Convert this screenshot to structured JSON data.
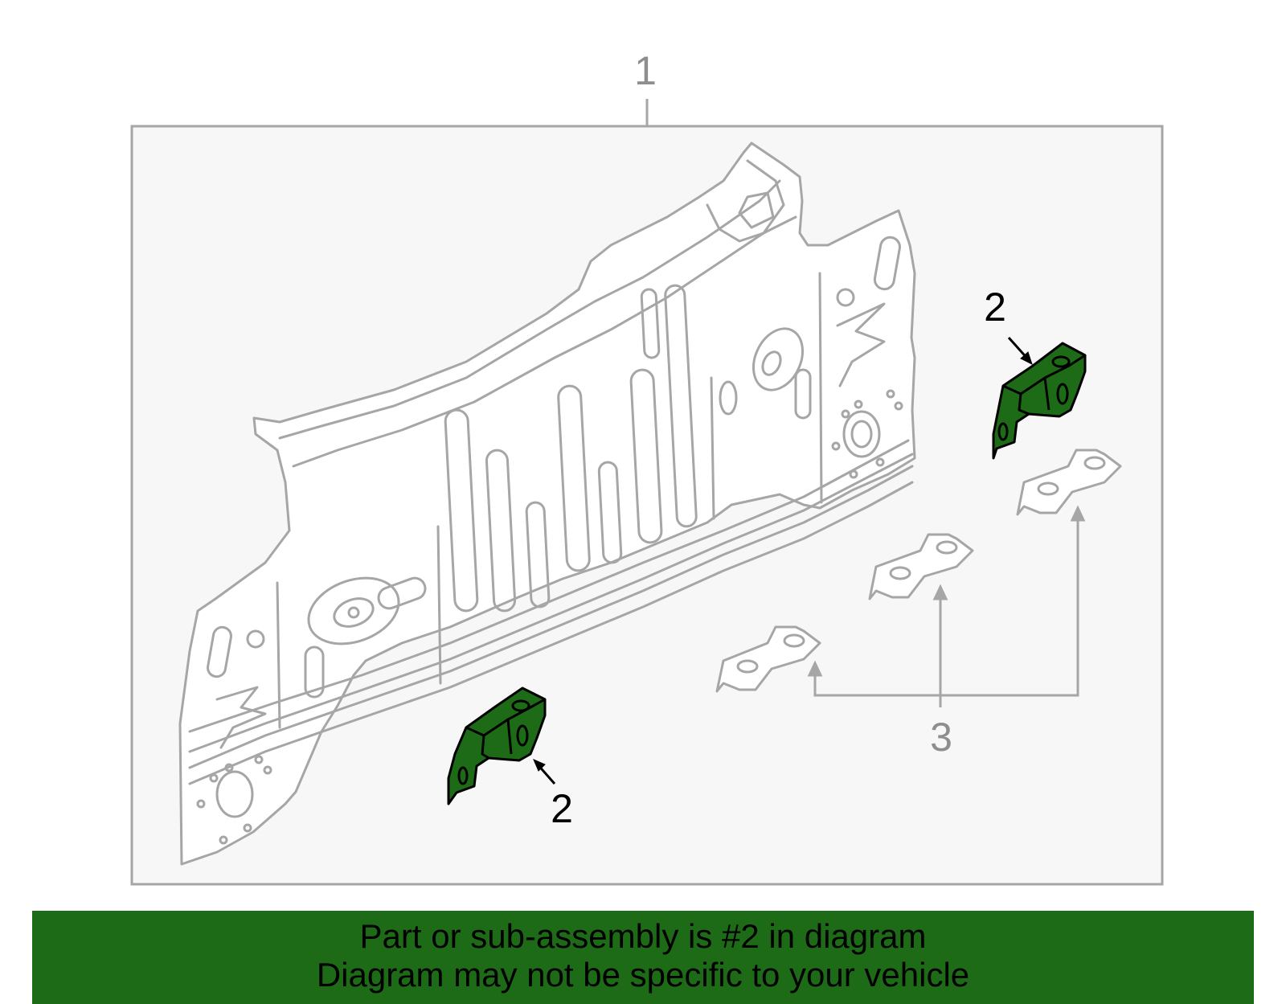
{
  "callouts": {
    "assembly": "1",
    "bracket_upper": "2",
    "bracket_lower": "2",
    "mount_plates": "3"
  },
  "banner": {
    "line1": "Part or sub-assembly is #2 in diagram",
    "line2": "Diagram may not be specific to your vehicle"
  },
  "colors": {
    "highlight": "#1d6b16",
    "banner": "#1d6b16",
    "line_art": "#a6a6a6",
    "frame_fill": "#f7f7f7"
  }
}
